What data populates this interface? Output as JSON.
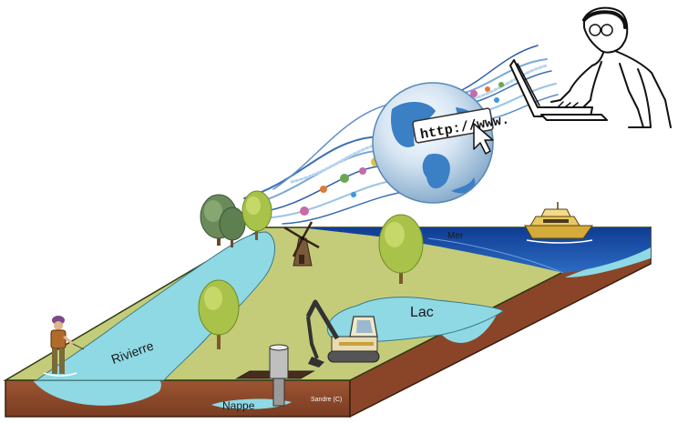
{
  "labels": {
    "sea": "Mer",
    "lake": "Lac",
    "river": "Rivierre",
    "groundwater": "Nappe",
    "credit": "Sandre (C)",
    "url": "http://www."
  },
  "colors": {
    "grass": "#c4cc7a",
    "water": "#8fd9e4",
    "sea": "#1c50a8",
    "soil": "#8f4a2c",
    "globe": "#3b7fc4"
  },
  "icons": [
    "person-laptop-icon",
    "globe-icon",
    "cursor-icon",
    "tree-icon",
    "windmill-icon",
    "yacht-icon",
    "fisherman-icon",
    "excavator-icon",
    "well-pipe-icon"
  ]
}
